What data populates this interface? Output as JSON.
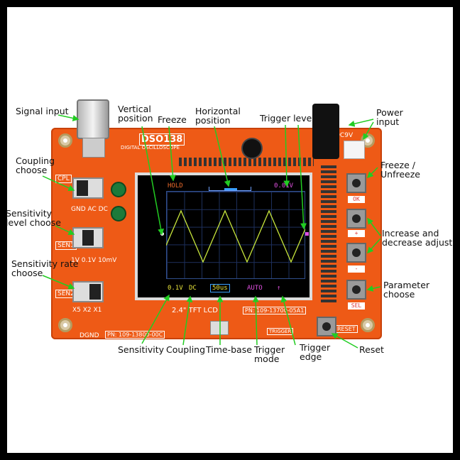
{
  "labels": {
    "signal_input": "Signal input",
    "vertical_position": "Vertical\nposition",
    "freeze": "Freeze",
    "horizontal_position": "Horizontal\nposition",
    "trigger_level": "Trigger level",
    "power_input": "Power\ninput",
    "coupling_choose": "Coupling\nchoose",
    "freeze_unfreeze": "Freeze /\nUnfreeze",
    "sensitivity_level_choose": "Sensitivity\nlevel choose",
    "increase_decrease_adjust": "Increase and\ndecrease adjust",
    "sensitivity_rate_choose": "Sensitivity rate\nchoose",
    "parameter_choose": "Parameter\nchoose",
    "sensitivity": "Sensitivity",
    "coupling": "Coupling",
    "time_base": "Time-base",
    "trigger_mode": "Trigger\nmode",
    "trigger_edge": "Trigger\nedge",
    "reset": "Reset"
  },
  "board": {
    "model": "DSO138",
    "subtitle": "DIGITAL OSCILLOSCOPE",
    "lcd_label": "2.4\" TFT LCD",
    "pn_board": "PN: 109-13800-00C",
    "pn_lcd": "PN: 109-13700-05A1",
    "dcv": "DC9V",
    "cpl": "CPL",
    "sen1": "SEN1",
    "sen2": "SEN2",
    "coupling_opts": "GND AC DC",
    "sens_opts": "1V 0.1V 10mV",
    "rate_opts": "X5 X2 X1",
    "dgnd": "DGND",
    "reset_silk": "RESET",
    "trigger_silk": "TRIGGER",
    "buttons": [
      "OK",
      "+",
      "-",
      "SEL"
    ]
  },
  "screen": {
    "status": "HOLD",
    "trigger_level": "0.01V",
    "sensitivity": "0.1V",
    "coupling": "DC",
    "timebase": "50us",
    "trigger_mode": "AUTO",
    "trigger_edge": "↑"
  },
  "colors": {
    "board": "#ee5a16",
    "trace": "#c8e63c",
    "annotation_arrow": "#22cc22"
  }
}
